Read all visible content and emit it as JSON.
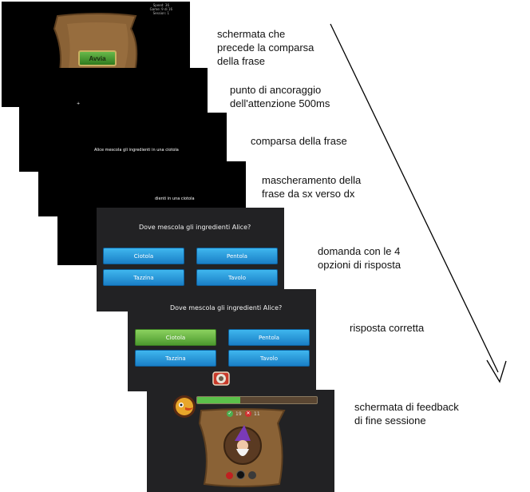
{
  "captions": {
    "c1": "schermata che\nprecede la comparsa\ndella frase",
    "c2": "punto di ancoraggio\ndell'attenzione 500ms",
    "c3": "comparsa della frase",
    "c4": "mascheramento della\nfrase da sx verso dx",
    "c5": "domanda con le 4\nopzioni di risposta",
    "c6": "risposta corretta",
    "c7": "schermata di feedback\ndi fine sessione"
  },
  "screen1": {
    "start_label": "Avvia",
    "stats": [
      "Speed: 36",
      "Game: 9 di 16",
      "Session: 1"
    ]
  },
  "screen2": {
    "fixation": "+"
  },
  "screen3": {
    "sentence": "Alice mescola gli ingredienti in una ciotola"
  },
  "screen4": {
    "masked_sentence": "dienti in una ciotola"
  },
  "screen5": {
    "question": "Dove mescola gli ingredienti Alice?",
    "options": [
      "Ciotola",
      "Pentola",
      "Tazzina",
      "Tavolo"
    ]
  },
  "screen6": {
    "question": "Dove mescola gli ingredienti Alice?",
    "options": [
      "Ciotola",
      "Pentola",
      "Tazzina",
      "Tavolo"
    ],
    "correct_option": "Ciotola"
  },
  "screen7": {
    "correct_count": "19",
    "wrong_count": "11",
    "progress": 0.36,
    "correct_icon": "check-icon",
    "wrong_icon": "cross-icon"
  },
  "colors": {
    "option_blue": "#2a9ade",
    "option_correct": "#6cb844",
    "scroll_brown": "#8a6236",
    "progress_green": "#5cc04a"
  }
}
